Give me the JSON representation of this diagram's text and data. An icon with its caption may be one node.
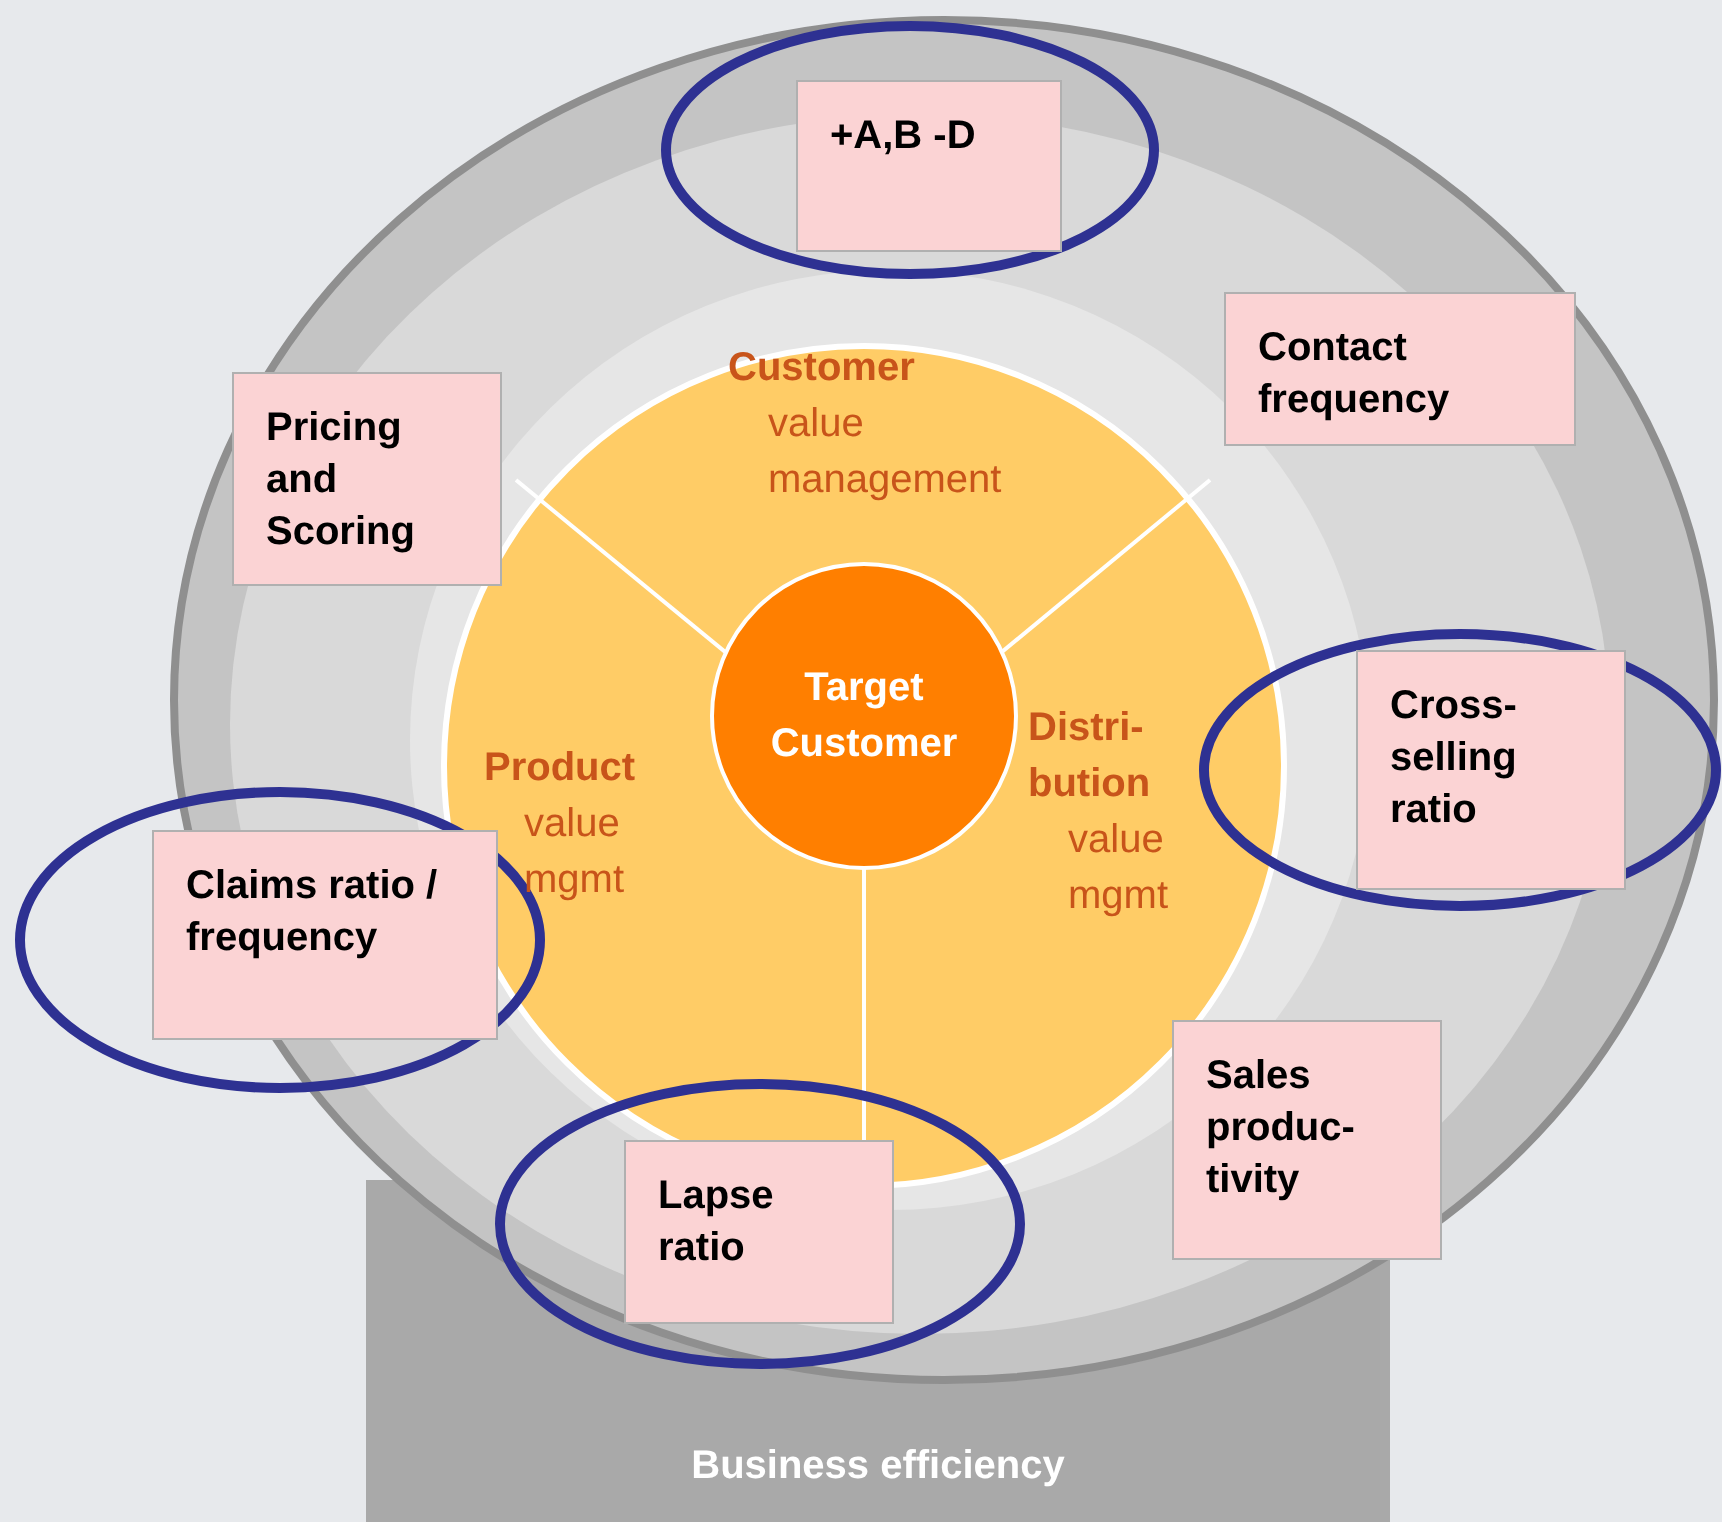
{
  "diagram": {
    "nodes": [
      {
        "text": [
          "Business efficiency"
        ]
      },
      {
        "text": [
          "Customer",
          "value management"
        ]
      },
      {
        "text": [
          "Product",
          "value mgmt"
        ]
      },
      {
        "text": [
          "Distri- bution",
          "value mgmt"
        ]
      },
      {
        "text": [
          "Target Customer"
        ]
      },
      {
        "text": [
          "+A,B -D"
        ]
      },
      {
        "text": [
          "Contact frequency"
        ]
      },
      {
        "text": [
          "Pricing and Scoring"
        ]
      },
      {
        "text": [
          "Cross- selling ratio"
        ]
      },
      {
        "text": [
          "Claims ratio / frequency"
        ]
      },
      {
        "text": [
          "Sales produc- tivity"
        ]
      },
      {
        "text": [
          "Lapse ratio"
        ]
      }
    ],
    "edges": []
  }
}
